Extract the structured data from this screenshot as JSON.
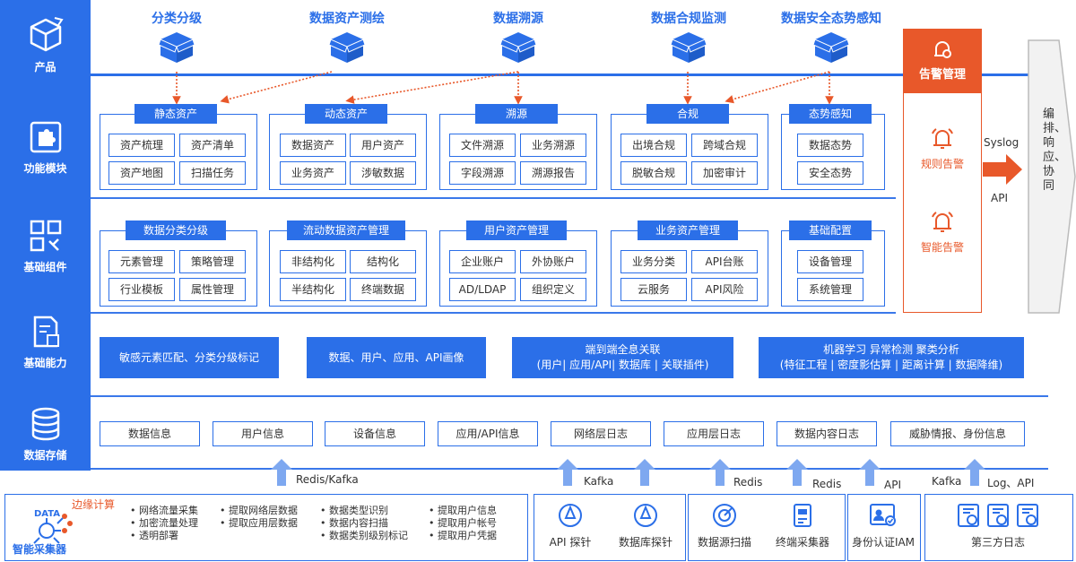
{
  "left_column": {
    "rows": [
      {
        "label": "产品",
        "icon": "cube-icon"
      },
      {
        "label": "功能模块",
        "icon": "puzzle-icon"
      },
      {
        "label": "基础组件",
        "icon": "grid-icon"
      },
      {
        "label": "基础能力",
        "icon": "doc-icon"
      },
      {
        "label": "数据存储",
        "icon": "database-icon"
      }
    ]
  },
  "products": [
    "分类分级",
    "数据资产测绘",
    "数据溯源",
    "数据合规监测",
    "数据安全态势感知"
  ],
  "function_modules": [
    {
      "title": "静态资产",
      "items": [
        "资产梳理",
        "资产清单",
        "资产地图",
        "扫描任务"
      ]
    },
    {
      "title": "动态资产",
      "items": [
        "数据资产",
        "用户资产",
        "业务资产",
        "涉敏数据"
      ]
    },
    {
      "title": "溯源",
      "items": [
        "文件溯源",
        "业务溯源",
        "字段溯源",
        "溯源报告"
      ]
    },
    {
      "title": "合规",
      "items": [
        "出境合规",
        "跨域合规",
        "脱敏合规",
        "加密审计"
      ]
    },
    {
      "title": "态势感知",
      "items": [
        "数据态势",
        "安全态势"
      ]
    }
  ],
  "base_components": [
    {
      "title": "数据分类分级",
      "items": [
        "元素管理",
        "策略管理",
        "行业模板",
        "属性管理"
      ]
    },
    {
      "title": "流动数据资产管理",
      "items": [
        "非结构化",
        "结构化",
        "半结构化",
        "终端数据"
      ]
    },
    {
      "title": "用户资产管理",
      "items": [
        "企业账户",
        "外协账户",
        "AD/LDAP",
        "组织定义"
      ]
    },
    {
      "title": "业务资产管理",
      "items": [
        "业务分类",
        "API台账",
        "云服务",
        "API风险"
      ]
    },
    {
      "title": "基础配置",
      "items": [
        "设备管理",
        "系统管理"
      ]
    }
  ],
  "base_capabilities": [
    {
      "line1": "敏感元素匹配、分类分级标记",
      "line2": ""
    },
    {
      "line1": "数据、用户、应用、API画像",
      "line2": ""
    },
    {
      "line1": "端到端全息关联",
      "line2": "(用户| 应用/API| 数据库 | 关联插件)"
    },
    {
      "line1": "机器学习  异常检测  聚类分析",
      "line2": "(特征工程 | 密度影估算 | 距离计算 | 数据降维)"
    }
  ],
  "storage": [
    "数据信息",
    "用户信息",
    "设备信息",
    "应用/API信息",
    "网络层日志",
    "应用层日志",
    "数据内容日志",
    "威胁情报、身份信息"
  ],
  "alarm": {
    "title": "告警管理",
    "items": [
      "规则告警",
      "智能告警"
    ],
    "accent": "#e8582a"
  },
  "output": {
    "syslog": "Syslog",
    "api": "API",
    "target": "编排、响应、协同"
  },
  "arrow_labels": [
    "Redis/Kafka",
    "Kafka",
    "Redis",
    "Redis",
    "API",
    "Kafka",
    "Log、API"
  ],
  "collector": {
    "title": "智能采集器",
    "logo_text": "DATA",
    "edge_label": "边缘计算",
    "col1": [
      "网络流量采集",
      "加密流量处理",
      "透明部署"
    ],
    "col2": [
      "提取网络层数据",
      "提取应用层数据"
    ],
    "col3": [
      "数据类型识别",
      "数据内容扫描",
      "数据类别级别标记"
    ],
    "col4": [
      "提取用户信息",
      "提取用户帐号",
      "提取用户凭据"
    ]
  },
  "sources": [
    {
      "label": "API 探针",
      "icon": "probe-icon"
    },
    {
      "label": "数据库探针",
      "icon": "db-probe-icon"
    },
    {
      "label": "数据源扫描",
      "icon": "scan-icon"
    },
    {
      "label": "终端采集器",
      "icon": "terminal-icon"
    },
    {
      "label": "身份认证IAM",
      "icon": "id-card-icon"
    },
    {
      "label": "第三方日志",
      "icon": "log-icon"
    }
  ],
  "colors": {
    "primary": "#2b6fe8",
    "accent": "#e8582a",
    "text": "#333333"
  }
}
